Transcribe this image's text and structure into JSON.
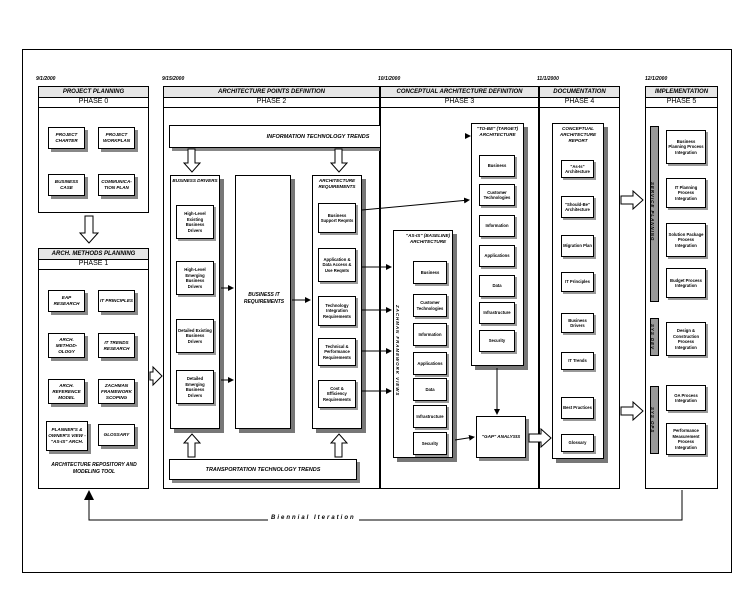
{
  "dates": [
    "9/1/2000",
    "9/15/2000",
    "10/1/2000",
    "11/1/2000",
    "12/1/2000"
  ],
  "phase0": {
    "header": "PROJECT PLANNING",
    "phase": "PHASE 0",
    "boxes": [
      "PROJECT CHARTER",
      "PROJECT WORKPLAN",
      "BUSINESS CASE",
      "COMMUNICA-TION PLAN"
    ]
  },
  "phase1": {
    "header": "ARCH. METHODS PLANNING",
    "phase": "PHASE 1",
    "boxes": [
      "EAP RESEARCH",
      "IT PRINCIPLES",
      "ARCH. METHOD-OLOGY",
      "IT TRENDS RESEARCH",
      "ARCH. REFERENCE MODEL",
      "ZACHMAN FRAMEWORK SCOPING",
      "PLANNER'S & OWNER'S VIEW - \"AS-IS\" ARCH.",
      "GLOSSARY"
    ],
    "repository": "ARCHITECTURE REPOSITORY AND MODELING TOOL"
  },
  "phase2": {
    "header": "ARCHITECTURE POINTS DEFINITION",
    "phase": "PHASE 2",
    "it_trends": "INFORMATION TECHNOLOGY TRENDS",
    "business_drivers_title": "BUSINESS DRIVERS",
    "drivers": [
      "High-Level Existing Business Drivers",
      "High-Level Emerging Business Drivers",
      "Detailed Existing Business Drivers",
      "Detailed Emerging Business Drivers"
    ],
    "business_it": "BUSINESS IT REQUIREMENTS",
    "arch_req_title": "ARCHITECTURE REQUIREMENTS",
    "requirements": [
      "Business Support Reqmts",
      "Application & Data Access & Use Reqmts",
      "Technology Integration Requirements",
      "Technical & Performance Requirements",
      "Cost & Efficiency Requirements"
    ],
    "transport": "TRANSPORTATION TECHNOLOGY TRENDS"
  },
  "phase3": {
    "header": "CONCEPTUAL ARCHITECTURE DEFINITION",
    "phase": "PHASE 3",
    "asis_title": "\"AS-IS\" (BASELINE) ARCHITECTURE",
    "asis_side": "ZACHMAN FRAMEWORK VIEWS",
    "asis_items": [
      "Business",
      "Customer Technologies",
      "Information",
      "Applications",
      "Data",
      "Infrastructure",
      "Security"
    ],
    "tobe_title": "\"TO-BE\" (TARGET) ARCHITECTURE",
    "tobe_items": [
      "Business",
      "Customer Technologies",
      "Information",
      "Applications",
      "Data",
      "Infrastructure",
      "Security"
    ],
    "gap": "\"GAP\" ANALYSIS"
  },
  "phase4": {
    "header": "DOCUMENTATION",
    "phase": "PHASE 4",
    "report_title": "CONCEPTUAL ARCHITECTURE REPORT",
    "items": [
      "\"As-Is\" Architecture",
      "\"Should-Be\" Architecture",
      "Migration Plan",
      "IT Principles",
      "Business Drivers",
      "IT Trends",
      "Best Practices",
      "Glossary"
    ]
  },
  "phase5": {
    "header": "IMPLEMENTATION",
    "phase": "PHASE 5",
    "side_labels": [
      "SERVICE PLANNING",
      "SYS DEV",
      "SYS OPS"
    ],
    "items": [
      "Business Planning Process Integration",
      "IT Planning Process Integration",
      "Solution Package Process Integration",
      "Budget Process Integration",
      "Design & Construction Process Integration",
      "OA Process Integration",
      "Performance Measurement Process Integration"
    ]
  },
  "iteration": "Biennial Iteration"
}
